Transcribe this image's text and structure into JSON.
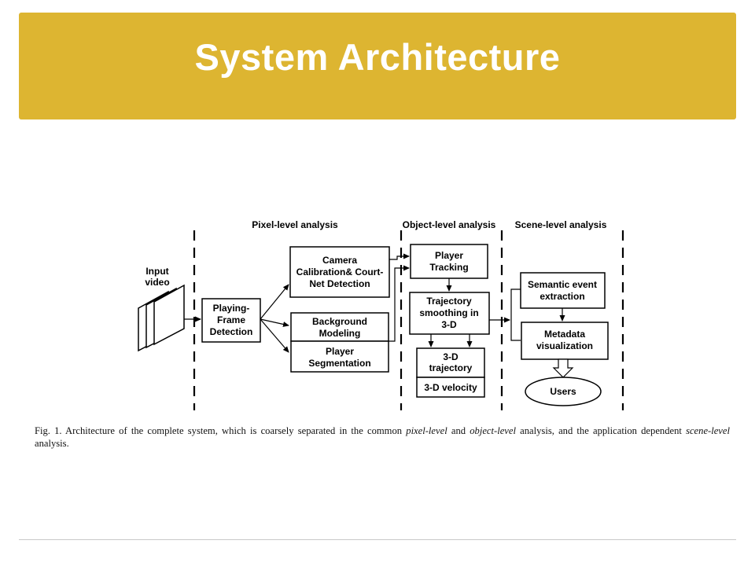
{
  "slide": {
    "title": "System Architecture"
  },
  "colors": {
    "title_bar": "#ddb531",
    "title_text": "#ffffff"
  },
  "diagram": {
    "sections": {
      "pixel": "Pixel-level analysis",
      "object": "Object-level analysis",
      "scene": "Scene-level analysis"
    },
    "input": {
      "line1": "Input",
      "line2": "video"
    },
    "nodes": {
      "playing_frame": [
        "Playing-",
        "Frame",
        "Detection"
      ],
      "camera": [
        "Camera",
        "Calibration& Court-",
        "Net Detection"
      ],
      "background": [
        "Background",
        "Modeling"
      ],
      "player_seg": [
        "Player",
        "Segmentation"
      ],
      "player_tracking": [
        "Player",
        "Tracking"
      ],
      "trajectory_smoothing": [
        "Trajectory",
        "smoothing in",
        "3-D"
      ],
      "trajectory_3d": [
        "3-D",
        "trajectory"
      ],
      "velocity_3d": [
        "3-D velocity"
      ],
      "semantic_event": [
        "Semantic event",
        "extraction"
      ],
      "metadata": [
        "Metadata",
        "visualization"
      ],
      "users": [
        "Users"
      ]
    }
  },
  "caption": {
    "p1": "Fig. 1.   Architecture of the complete system, which is coarsely separated in the common ",
    "i1": "pixel-level",
    "p2": " and ",
    "i2": "object-level",
    "p3": " analysis, and the application dependent ",
    "i3": "scene-level",
    "p4": " analysis."
  }
}
